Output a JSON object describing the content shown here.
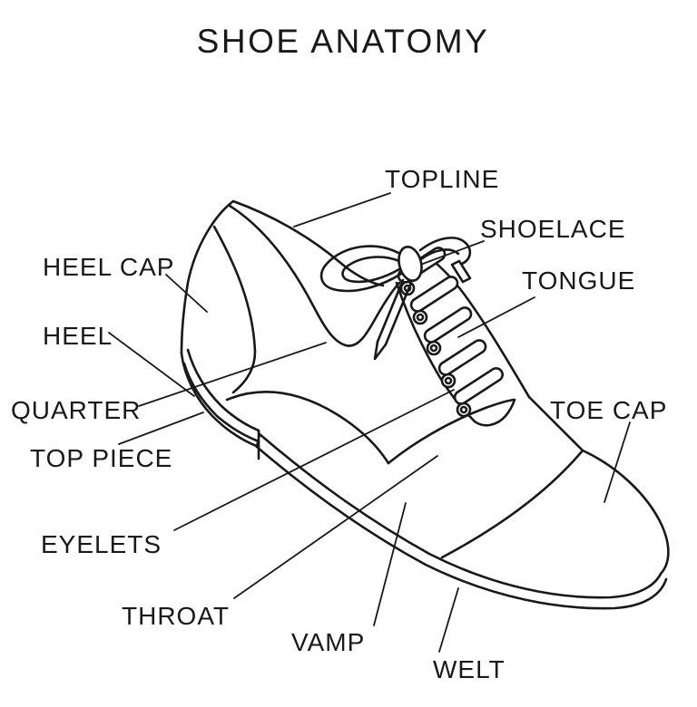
{
  "canvas": {
    "background": "#ffffff",
    "ink": "#191919",
    "subject": "line drawing of a laced dress shoe, three-quarter side view, anatomy diagram"
  },
  "title": {
    "text": "SHOE ANATOMY"
  },
  "labels": {
    "topline": {
      "text": "TOPLINE"
    },
    "shoelace": {
      "text": "SHOELACE"
    },
    "tongue": {
      "text": "TONGUE"
    },
    "heel_cap": {
      "text": "HEEL CAP"
    },
    "heel": {
      "text": "HEEL"
    },
    "quarter": {
      "text": "QUARTER"
    },
    "top_piece": {
      "text": "TOP PIECE"
    },
    "toe_cap": {
      "text": "TOE CAP"
    },
    "eyelets": {
      "text": "EYELETS"
    },
    "throat": {
      "text": "THROAT"
    },
    "vamp": {
      "text": "VAMP"
    },
    "welt": {
      "text": "WELT"
    }
  }
}
